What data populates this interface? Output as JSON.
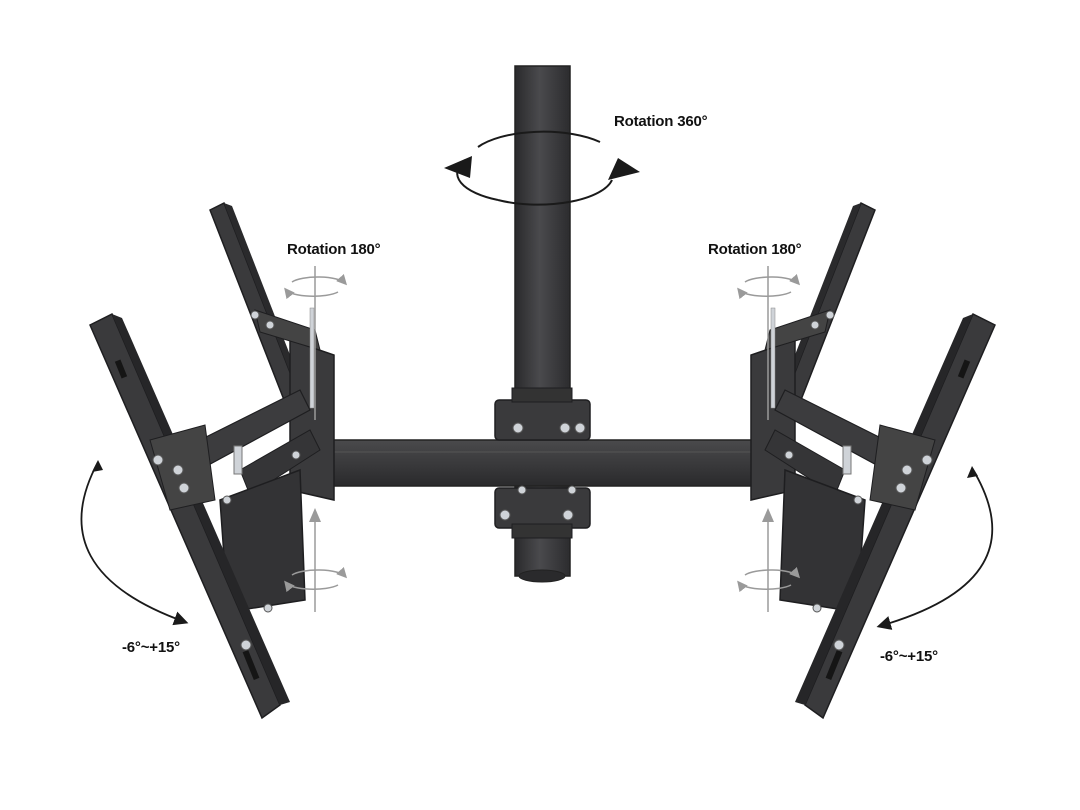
{
  "labels": {
    "rotation_360": "Rotation 360°",
    "rotation_180_left": "Rotation 180°",
    "rotation_180_right": "Rotation 180°",
    "tilt_left": "-6°~+15°",
    "tilt_right": "-6°~+15°"
  },
  "colors": {
    "metal": "#3c3c3e",
    "metal_dark": "#2a2a2c",
    "metal_light": "#5a5a5c",
    "arrow": "#1a1a1a",
    "guide": "#9a9a9a",
    "bolt": "#cfd3d8"
  }
}
